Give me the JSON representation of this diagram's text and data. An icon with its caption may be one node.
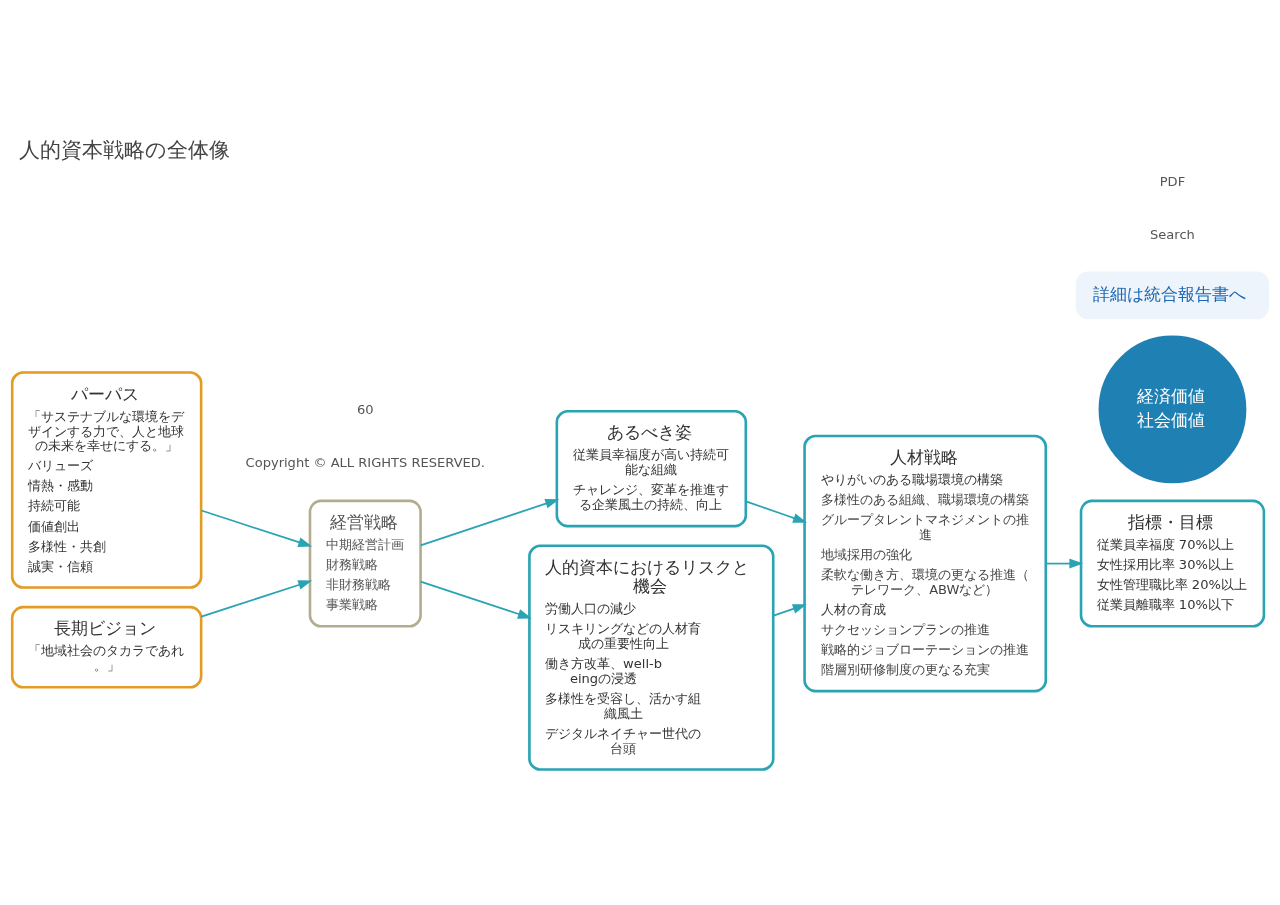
{
  "diagram": {
    "title": "人的資本戦略の全体像",
    "nodes": [
      {
        "text": [
          "パーパス",
          "「サステナブルな環境をデザインする力で、人と地球の未来を幸せにする。」",
          "バリューズ",
          "情熱・感動",
          "持続可能",
          "価値創出",
          "多様性・共創",
          "誠実・信頼"
        ]
      },
      {
        "text": [
          "長期ビジョン",
          "「地域社会のタカラであれ。」"
        ]
      },
      {
        "text": [
          "経営戦略",
          "中期経営計画",
          "財務戦略",
          "非財務戦略",
          "事業戦略"
        ]
      },
      {
        "text": [
          "あるべき姿",
          "従業員幸福度が高い持続可能な組織",
          "チャレンジ、変革を推進する企業風土の持続、向上"
        ]
      },
      {
        "text": [
          "人的資本におけるリスクと機会",
          "労働人口の減少",
          "リスキリングなどの人材育成の重要性向上",
          "働き方改革、well-beingの浸透",
          "多様性を受容し、活かす組織風土",
          "デジタルネイチャー世代の台頭"
        ]
      },
      {
        "text": [
          "人材戦略",
          "やりがいのある職場環境の構築",
          "多様性のある組織、職場環境の構築",
          "グループタレントマネジメントの推進",
          "地域採用の強化",
          "柔軟な働き方、環境の更なる推進（テレワーク、ABWなど）",
          "人材の育成",
          "サクセッションプランの推進",
          "戦略的ジョブローテーションの推進",
          "階層別研修制度の更なる充実"
        ]
      },
      {
        "text": [
          "経済価値",
          "社会価値"
        ]
      },
      {
        "text": [
          "指標・目標",
          "従業員幸福度 70%以上",
          "女性採用比率 30%以上",
          "女性管理職比率 20%以上",
          "従業員離職率 10%以下"
        ]
      },
      {
        "text": [
          "詳細は統合報告書へ"
        ]
      }
    ],
    "edges": [
      {
        "from": 0,
        "to": 2,
        "arrow": "to"
      },
      {
        "from": 1,
        "to": 2,
        "arrow": "to"
      },
      {
        "from": 2,
        "to": 3,
        "arrow": "to"
      },
      {
        "from": 2,
        "to": 4,
        "arrow": "to"
      },
      {
        "from": 3,
        "to": 5,
        "arrow": "to"
      },
      {
        "from": 4,
        "to": 5,
        "arrow": "to"
      },
      {
        "from": 5,
        "to": 7,
        "arrow": "to"
      }
    ],
    "labels": [
      "Search",
      "PDF",
      "Copyright © ALL RIGHTS RESERVED.",
      "60"
    ]
  }
}
